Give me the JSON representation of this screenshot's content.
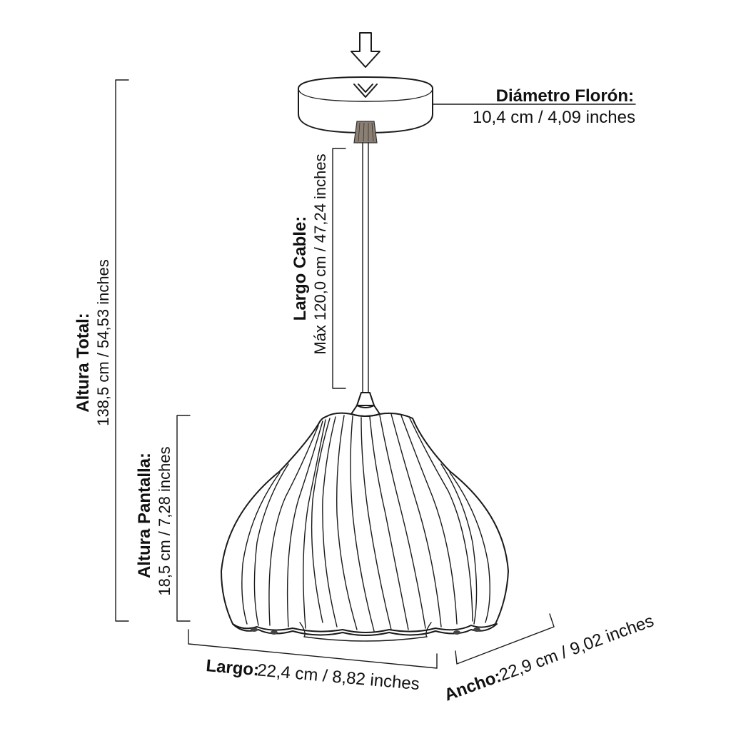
{
  "dimensions": {
    "canopy_diameter": {
      "label": "Diámetro Florón:",
      "value": "10,4 cm / 4,09 inches"
    },
    "cable_length": {
      "label": "Largo Cable:",
      "value": "Máx 120,0 cm / 47,24 inches"
    },
    "total_height": {
      "label": "Altura Total:",
      "value": "138,5 cm / 54,53 inches"
    },
    "shade_height": {
      "label": "Altura Pantalla:",
      "value": "18,5 cm / 7,28 inches"
    },
    "length": {
      "label": "Largo:",
      "value": "22,4 cm / 8,82 inches"
    },
    "width": {
      "label": "Ancho:",
      "value": "22,9 cm / 9,02 inches"
    }
  },
  "icons": {
    "mount_arrow": "down-arrow-icon",
    "canopy_mark": "chevron-down-icon"
  }
}
